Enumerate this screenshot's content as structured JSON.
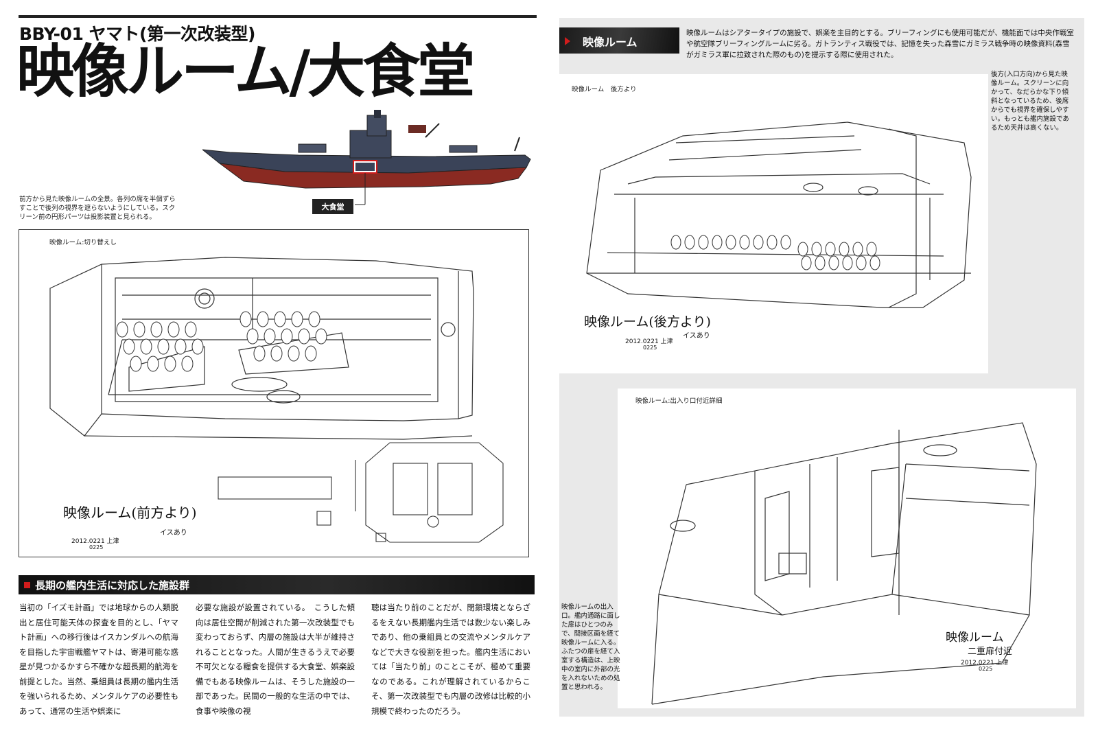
{
  "left": {
    "code": "BBY-01 ヤマト(第一次改装型)",
    "title": "映像ルーム/大食堂",
    "ship_caption_lines": [
      "前方から見た映像ルームの全景。各列の席を半個ずら",
      "すことで後列の視界を遮らないようにしている。スク",
      "リーン前の円形パーツは投影装置と見られる。"
    ],
    "ship_label": "大食堂",
    "drawing_label": "映像ルーム:切り替えし",
    "drawing_sketch_note": "映像ルーム(前方より)",
    "drawing_sketch_note2": "イスあり",
    "drawing_date": "2012.0221 上津",
    "drawing_date2": "0225",
    "section_heading": "長期の艦内生活に対応した施設群",
    "body_columns": [
      "当初の「イズモ計画」では地球からの人類脱出と居住可能天体の探査を目的とし、「ヤマト計画」への移行後はイスカンダルへの航海を目指した宇宙戦艦ヤマトは、寄港可能な惑星が見つかるかすら不確かな超長期的航海を前提とした。当然、乗組員は長期の艦内生活を強いられるため、メンタルケアの必要性もあって、通常の生活や娯楽に",
      "必要な施設が設置されている。　こうした傾向は居住空間が削減された第一次改装型でも変わっておらず、内層の施設は大半が維持されることとなった。人間が生きるうえで必要不可欠となる糧食を提供する大食堂、娯楽設備でもある映像ルームは、そうした施設の一部であった。民間の一般的な生活の中では、食事や映像の視",
      "聴は当たり前のことだが、閉鎖環境とならざるをえない長期艦内生活では数少ない楽しみであり、他の乗組員との交流やメンタルケアなどで大きな役割を担った。艦内生活においては「当たり前」のことこそが、極めて重要なのである。これが理解されているからこそ、第一次改装型でも内層の改修は比較的小規模で終わったのだろう。"
    ]
  },
  "right": {
    "tab": "映像ルーム",
    "intro": "映像ルームはシアタータイプの施設で、娯楽を主目的とする。ブリーフィングにも使用可能だが、機能面では中央作戦室や航空隊ブリーフィングルームに劣る。ガトランティス戦役では、記憶を失った森雪にガミラス戦争時の映像資料(森雪がガミラス軍に拉致された際のもの)を提示する際に使用された。",
    "top_drawing_label": "映像ルーム　後方より",
    "top_sketch_note": "映像ルーム(後方より)",
    "top_sketch_note2": "イスあり",
    "top_date": "2012.0221 上津",
    "top_date2": "0225",
    "top_side_note": "後方(入口方向)から見た映像ルーム。スクリーンに向かって、なだらかな下り傾斜となっているため、後席からでも視界を確保しやすい。もっとも艦内施設であるため天井は高くない。",
    "bottom_drawing_label": "映像ルーム:出入り口付近詳細",
    "bottom_sketch_note": "映像ルーム",
    "bottom_sketch_note2": "二重扉付近",
    "bottom_date": "2012.0221 上津",
    "bottom_date2": "0225",
    "bottom_side_note": "映像ルームの出入口。艦内通路に面した扉はひとつのみで、間接区画を経て映像ルームに入る。ふたつの扉を経て入室する構造は、上映中の室内に外部の光を入れないための処置と思われる。"
  }
}
